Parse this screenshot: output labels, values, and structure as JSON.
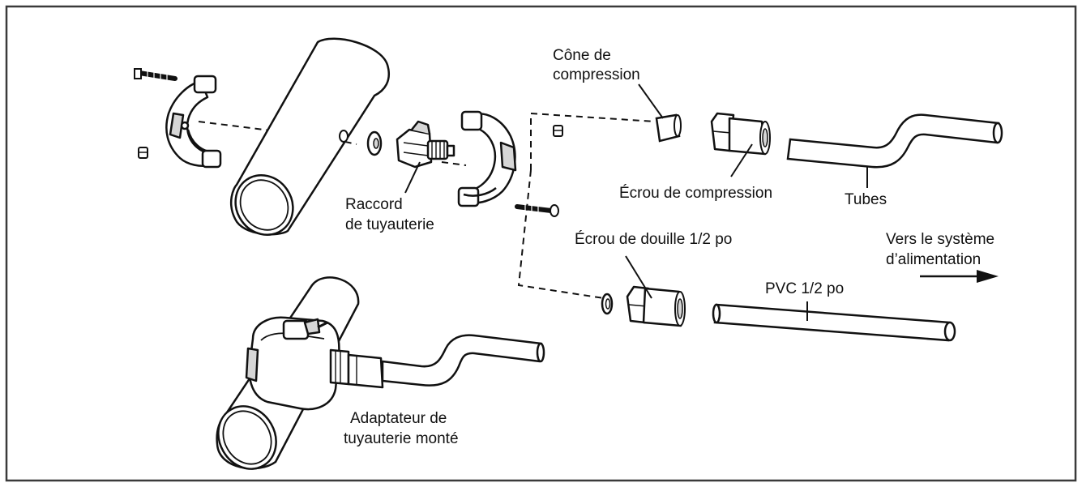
{
  "labels": {
    "cone_line1": "Cône de",
    "cone_line2": "compression",
    "raccord_line1": "Raccord",
    "raccord_line2": "de tuyauterie",
    "ecrou_compression": "Écrou de compression",
    "tubes": "Tubes",
    "ecrou_douille": "Écrou de douille 1/2 po",
    "vers_line1": "Vers le système",
    "vers_line2": "d’alimentation",
    "pvc": "PVC 1/2 po",
    "adaptateur_line1": "Adaptateur de",
    "adaptateur_line2": "tuyauterie monté"
  },
  "colors": {
    "ink": "#111111",
    "part_fill": "#ffffff",
    "shade": "#d6d6d6",
    "frame": "#3a3a3a"
  }
}
